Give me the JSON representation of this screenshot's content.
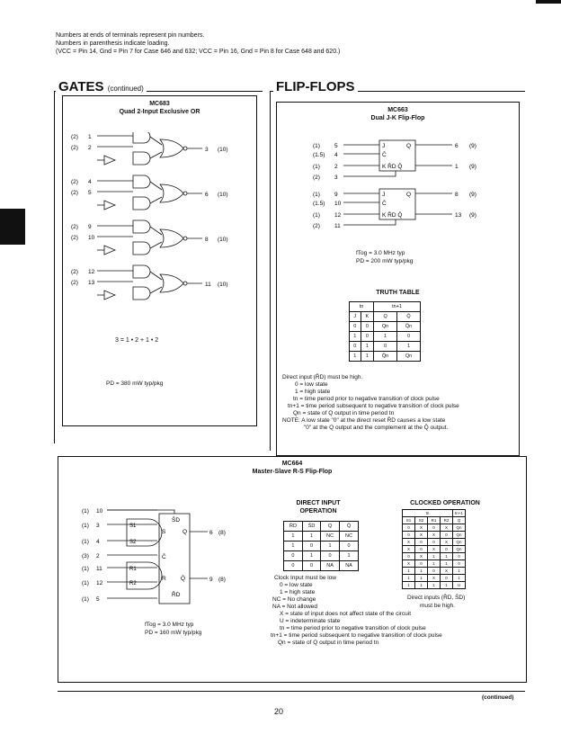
{
  "header_notes": [
    "Numbers at ends of terminals represent pin numbers.",
    "Numbers in parenthesis indicate loading.",
    "(VCC = Pin 14, Gnd = Pin 7 for Case 646 and 632; VCC = Pin 16, Gnd = Pin 8 for Case 648 and 620.)"
  ],
  "gates": {
    "section_title": "GATES",
    "section_sub": "(continued)",
    "part": "MC683",
    "desc": "Quad 2-Input Exclusive OR",
    "inputs": [
      [
        "(2)",
        "1"
      ],
      [
        "(2)",
        "2"
      ],
      [
        "(2)",
        "4"
      ],
      [
        "(2)",
        "5"
      ],
      [
        "(2)",
        "9"
      ],
      [
        "(2)",
        "10"
      ],
      [
        "(2)",
        "12"
      ],
      [
        "(2)",
        "13"
      ]
    ],
    "outputs": [
      [
        "3",
        "(10)"
      ],
      [
        "6",
        "(10)"
      ],
      [
        "8",
        "(10)"
      ],
      [
        "11",
        "(10)"
      ]
    ],
    "equation": "3 = 1 • 2 + 1 • 2",
    "power": "PD = 380 mW typ/pkg"
  },
  "flipflops": {
    "section_title": "FLIP-FLOPS",
    "mc663": {
      "part": "MC663",
      "desc": "Dual J-K Flip-Flop",
      "pins_a": [
        [
          "(1)",
          "5"
        ],
        [
          "(1.5)",
          "4"
        ],
        [
          "(1)",
          "2"
        ],
        [
          "(2)",
          "3"
        ]
      ],
      "pins_b": [
        [
          "(1)",
          "9"
        ],
        [
          "(1.5)",
          "10"
        ],
        [
          "(1)",
          "12"
        ],
        [
          "(2)",
          "11"
        ]
      ],
      "outs_a": [
        [
          "6",
          "(9)"
        ],
        [
          "1",
          "(9)"
        ]
      ],
      "outs_b": [
        [
          "8",
          "(9)"
        ],
        [
          "13",
          "(9)"
        ]
      ],
      "ftog": "fTog = 3.0 MHz typ",
      "power": "PD = 200 mW typ/pkg",
      "truth_title": "TRUTH TABLE",
      "truth_head_top": [
        "tn",
        "tn+1"
      ],
      "truth_head": [
        "J",
        "K",
        "Q",
        "Q̄"
      ],
      "truth_rows": [
        [
          "0",
          "0",
          "Qn",
          "Q̄n"
        ],
        [
          "1",
          "0",
          "1",
          "0"
        ],
        [
          "0",
          "1",
          "0",
          "1"
        ],
        [
          "1",
          "1",
          "Q̄n",
          "Qn"
        ]
      ],
      "notes": [
        "Direct input (R̄D) must be high.",
        "0 = low state",
        "1 = high state",
        "tn = time period prior to negative transition of clock pulse",
        "tn+1 = time period subsequent to negative transition of clock pulse",
        "Qn = state of Q output in time period tn",
        "NOTE: A low state \"0\" at the direct reset R̄D causes a low state",
        "\"0\" at the Q output and the complement at the Q̄ output."
      ]
    },
    "mc664": {
      "part": "MC664",
      "desc": "Master-Slave R-S Flip-Flop",
      "pins": [
        [
          "(1)",
          "10"
        ],
        [
          "(1)",
          "3"
        ],
        [
          "(1)",
          "4"
        ],
        [
          "(3)",
          "2"
        ],
        [
          "(1)",
          "11"
        ],
        [
          "(1)",
          "12"
        ],
        [
          "(1)",
          "5"
        ]
      ],
      "outs": [
        [
          "6",
          "(8)"
        ],
        [
          "9",
          "(8)"
        ]
      ],
      "ftog": "fTog = 3.0 MHz typ",
      "power": "PD = 160 mW typ/pkg",
      "direct_title": "DIRECT INPUT",
      "direct_sub": "OPERATION",
      "direct_head": [
        "R̄D",
        "S̄D",
        "Q",
        "Q̄"
      ],
      "direct_rows": [
        [
          "1",
          "1",
          "NC",
          "NC"
        ],
        [
          "1",
          "0",
          "1",
          "0"
        ],
        [
          "0",
          "1",
          "0",
          "1"
        ],
        [
          "0",
          "0",
          "NA",
          "NA"
        ]
      ],
      "clocked_title": "CLOCKED OPERATION",
      "clocked_head_top": [
        "tn",
        "tn+1"
      ],
      "clocked_head": [
        "S1",
        "S2",
        "R1",
        "R2",
        "Q"
      ],
      "clocked_rows": [
        [
          "0",
          "X",
          "0",
          "X",
          "Qn"
        ],
        [
          "0",
          "X",
          "X",
          "0",
          "Qn"
        ],
        [
          "X",
          "0",
          "0",
          "X",
          "Qn"
        ],
        [
          "X",
          "0",
          "X",
          "0",
          "Qn"
        ],
        [
          "0",
          "X",
          "1",
          "1",
          "0"
        ],
        [
          "X",
          "0",
          "1",
          "1",
          "0"
        ],
        [
          "1",
          "1",
          "0",
          "X",
          "1"
        ],
        [
          "1",
          "1",
          "X",
          "0",
          "1"
        ],
        [
          "1",
          "1",
          "1",
          "1",
          "U"
        ]
      ],
      "clocked_note": [
        "Direct inputs (R̄D, S̄D)",
        "must be high."
      ],
      "notes": [
        "Clock Input must be low",
        "0 = low state",
        "1 = high state",
        "NC = No change",
        "NA = Not allowed",
        "X = state of input does not affect state of the circuit",
        "U = indeterminate state",
        "tn = time period prior to negative transition of clock pulse",
        "tn+1 = time period subsequent to negative transition of clock pulse",
        "Qn = state of Q output in time period tn"
      ]
    }
  },
  "footer": {
    "continued": "(continued)",
    "page": "20"
  }
}
